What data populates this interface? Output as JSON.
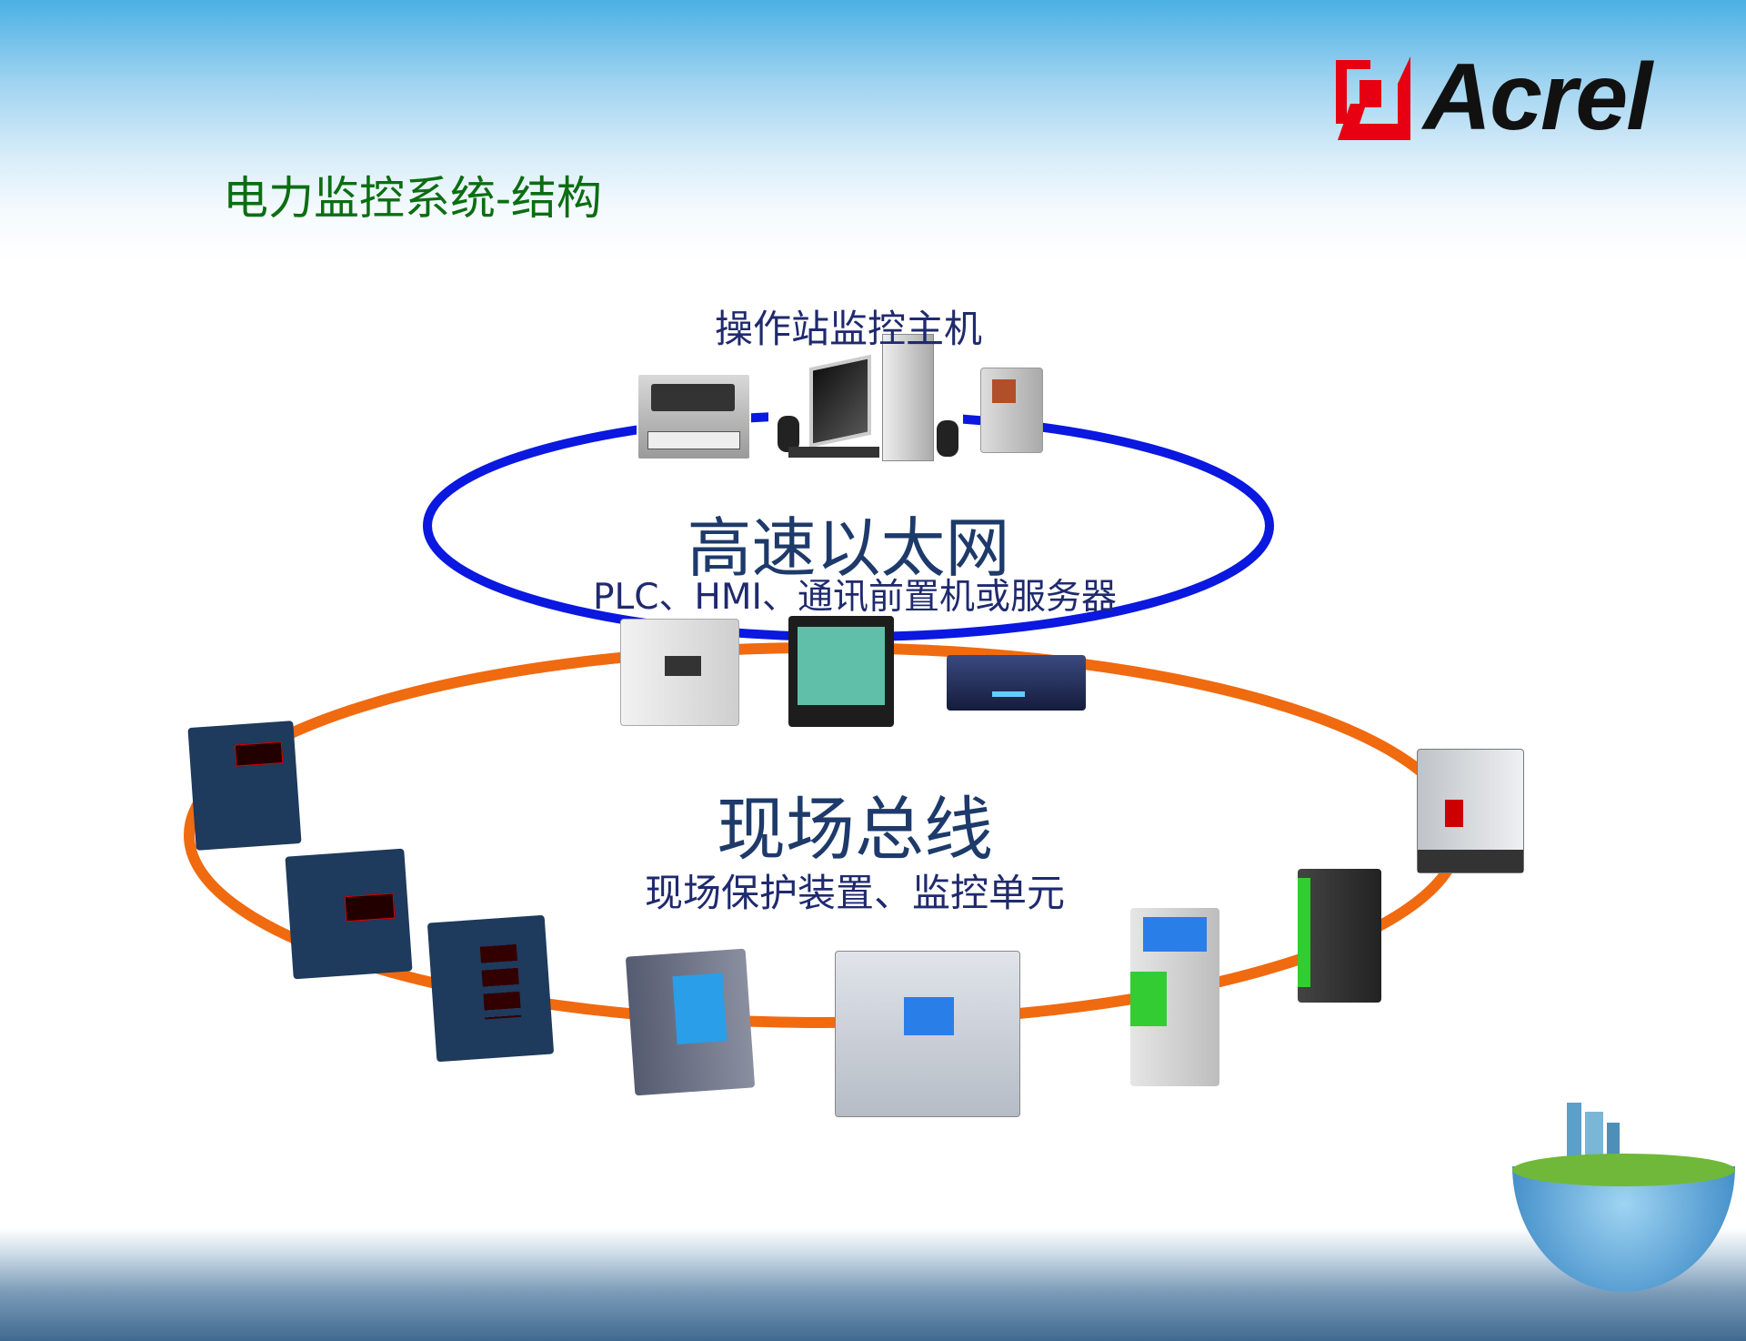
{
  "slide": {
    "title": "电力监控系统-结构",
    "logo": {
      "brand": "Acrel",
      "colors": {
        "mark": "#e60012",
        "text": "#111111"
      }
    }
  },
  "diagram": {
    "ethernet": {
      "top_label": "操作站监控主机",
      "name": "高速以太网",
      "sub_label": "PLC、HMI、通讯前置机或服务器",
      "ring_color": "#0a18e0",
      "devices": [
        "printer-icon",
        "computer-icon",
        "ups-icon"
      ]
    },
    "fieldbus": {
      "name": "现场总线",
      "sub_label": "现场保护装置、监控单元",
      "ring_color": "#f06a10",
      "gateway_devices": [
        "plc-icon",
        "hmi-icon",
        "gateway-icon"
      ],
      "field_devices": [
        "power-meter-icon",
        "power-meter-icon",
        "power-meter-icon",
        "power-meter-icon",
        "protection-relay-icon",
        "din-module-icon",
        "io-module-icon",
        "circuit-breaker-icon"
      ]
    }
  }
}
